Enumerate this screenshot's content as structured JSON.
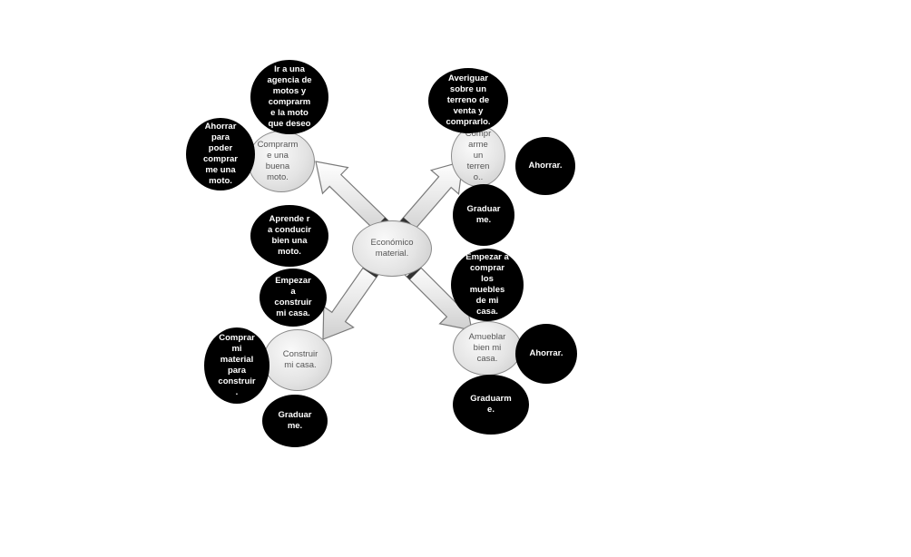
{
  "center": {
    "label": "Económico\nmaterial."
  },
  "branches": {
    "top_left": {
      "label": "Comprarm\ne una\nbuena\nmoto.",
      "satellites": [
        "Ir a una\nagencia de\nmotos y\ncomprarm\ne la moto\nque deseo",
        "Ahorrar\npara\npoder\ncomprar\nme una\nmoto.",
        "Aprende r\na conducir\nbien una\nmoto."
      ]
    },
    "top_right": {
      "label": "Compr\narme\nun\nterren\no..",
      "satellites": [
        "Averiguar\nsobre un\nterreno de\nventa y\ncomprarlo.",
        "Ahorrar.",
        "Graduar\nme."
      ]
    },
    "bottom_left": {
      "label": "Construir\nmi casa.",
      "satellites": [
        "Empezar\na\nconstruir\nmi casa.",
        "Comprar\nmi\nmaterial\npara\nconstruir\n.",
        "Graduar\nme."
      ]
    },
    "bottom_right": {
      "label": "Amueblar\nbien mi\ncasa.",
      "satellites": [
        "Empezar a\ncomprar\nlos\nmuebles\nde mi\ncasa.",
        "Ahorrar.",
        "Graduarm\ne."
      ]
    }
  }
}
